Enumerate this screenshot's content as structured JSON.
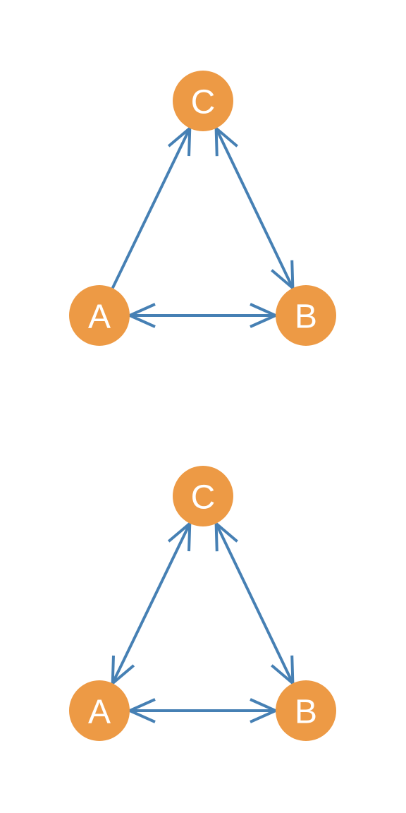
{
  "colors": {
    "node_fill": "#ED9A45",
    "edge_stroke": "#4680B4",
    "label_text": "#FFFFFF",
    "background": "#FFFFFF"
  },
  "graphs": [
    {
      "nodes": [
        {
          "id": "C",
          "label": "C"
        },
        {
          "id": "A",
          "label": "A"
        },
        {
          "id": "B",
          "label": "B"
        }
      ],
      "edges": [
        {
          "from": "A",
          "to": "C",
          "arrow_at_from": false,
          "arrow_at_to": true
        },
        {
          "from": "C",
          "to": "B",
          "arrow_at_from": true,
          "arrow_at_to": true
        },
        {
          "from": "A",
          "to": "B",
          "arrow_at_from": true,
          "arrow_at_to": true
        }
      ]
    },
    {
      "nodes": [
        {
          "id": "C",
          "label": "C"
        },
        {
          "id": "A",
          "label": "A"
        },
        {
          "id": "B",
          "label": "B"
        }
      ],
      "edges": [
        {
          "from": "A",
          "to": "C",
          "arrow_at_from": true,
          "arrow_at_to": true
        },
        {
          "from": "C",
          "to": "B",
          "arrow_at_from": true,
          "arrow_at_to": true
        },
        {
          "from": "A",
          "to": "B",
          "arrow_at_from": true,
          "arrow_at_to": true
        }
      ]
    }
  ]
}
